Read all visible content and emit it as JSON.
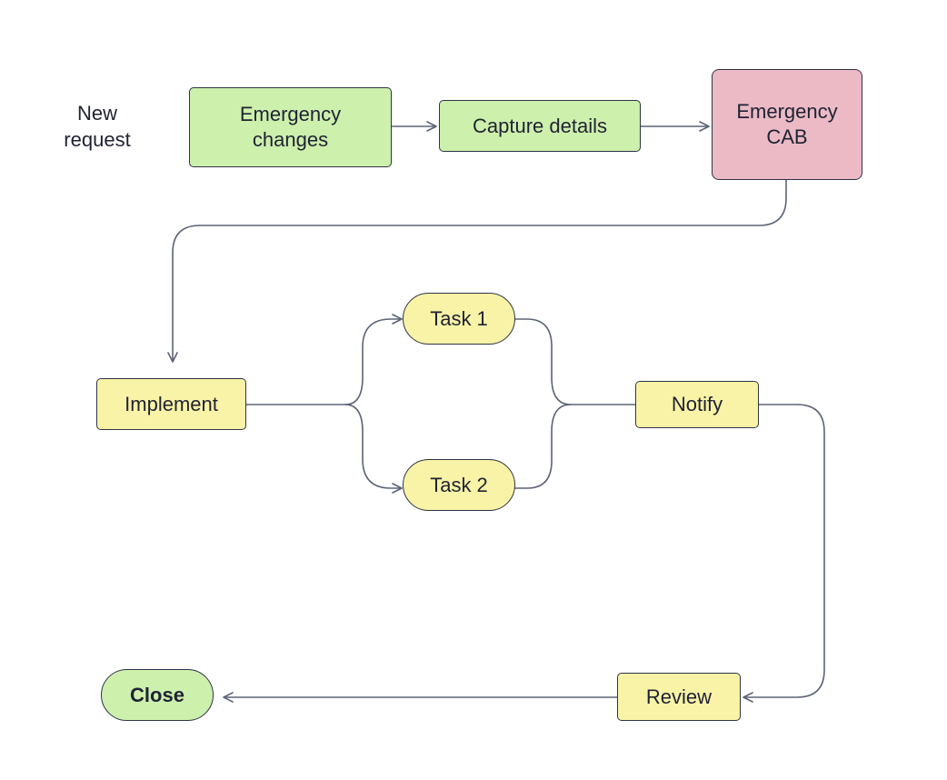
{
  "diagram": {
    "start_label": "New\nrequest",
    "nodes": {
      "emergency_changes": "Emergency\nchanges",
      "capture_details": "Capture details",
      "emergency_cab": "Emergency\nCAB",
      "implement": "Implement",
      "task1": "Task 1",
      "task2": "Task 2",
      "notify": "Notify",
      "review": "Review",
      "close": "Close"
    },
    "colors": {
      "green": "#cdf0ad",
      "pink": "#ebbac5",
      "yellow": "#f8f3a6",
      "border": "#2e3447",
      "connector": "#5b6377"
    },
    "edges": [
      [
        "Emergency changes",
        "Capture details"
      ],
      [
        "Capture details",
        "Emergency CAB"
      ],
      [
        "Emergency CAB",
        "Implement"
      ],
      [
        "Implement",
        "Task 1"
      ],
      [
        "Implement",
        "Task 2"
      ],
      [
        "Task 1",
        "Notify"
      ],
      [
        "Task 2",
        "Notify"
      ],
      [
        "Notify",
        "Review"
      ],
      [
        "Review",
        "Close"
      ]
    ]
  }
}
